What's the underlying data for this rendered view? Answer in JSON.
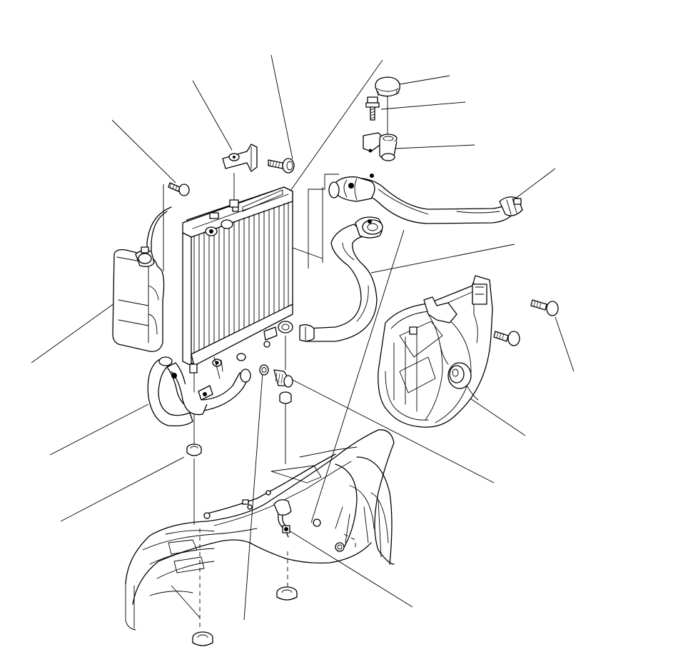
{
  "diagram": {
    "parts": [
      {
        "id": "radiator-cap"
      },
      {
        "id": "cap-bolt"
      },
      {
        "id": "filler-neck"
      },
      {
        "id": "upper-hose-clamp"
      },
      {
        "id": "upper-radiator-hose"
      },
      {
        "id": "lower-radiator-hose"
      },
      {
        "id": "radiator"
      },
      {
        "id": "upper-mount-bracket"
      },
      {
        "id": "bracket-bolt"
      },
      {
        "id": "reserve-tank-bolt"
      },
      {
        "id": "reserve-tank"
      },
      {
        "id": "overflow-hose"
      },
      {
        "id": "lower-cushion"
      },
      {
        "id": "drain-plug-washer"
      },
      {
        "id": "drain-plug"
      },
      {
        "id": "fan-shroud-bolt"
      },
      {
        "id": "fan-motor"
      },
      {
        "id": "fan-shroud"
      },
      {
        "id": "wire-harness-connector"
      },
      {
        "id": "front-bulkhead"
      }
    ]
  }
}
